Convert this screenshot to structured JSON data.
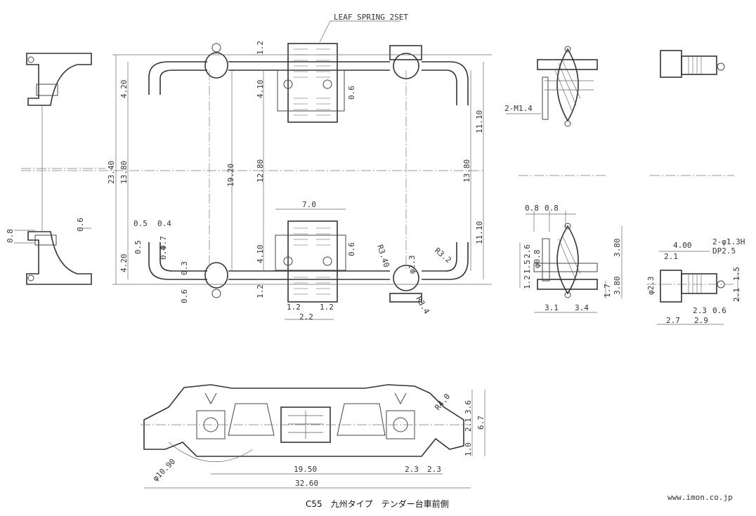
{
  "caption": "C55　九州タイプ　テンダー台車前側",
  "website": "www.imon.co.jp",
  "notes": {
    "leaf_spring": "LEAF SPRING 2SET"
  },
  "top_view": {
    "left": [
      "4.20",
      "23.40",
      "13.80",
      "4.20"
    ],
    "inner": [
      "1.2",
      "4.10",
      "0.6",
      "19.20",
      "12.80",
      "7.0",
      "4.10",
      "0.6",
      "1.2"
    ],
    "right": [
      "11.10",
      "13.80",
      "11.10"
    ],
    "small": [
      "0.5",
      "0.4",
      "0.7",
      "0.5",
      "0.4",
      "0.3",
      "0.6"
    ],
    "bottom": [
      "1.2",
      "2.2",
      "1.2"
    ],
    "radii": [
      "R3.40",
      "φ2.3",
      "R3.2",
      "R3.4"
    ]
  },
  "left_view": [
    "0.8",
    "0.6"
  ],
  "section_view": {
    "note": "2-M1.4",
    "dims": [
      "0.8",
      "0.8",
      "2.6",
      "1.5",
      "φ0.8",
      "1.2",
      "3.80",
      "3.80",
      "1.7",
      "3.1",
      "3.4"
    ]
  },
  "axle_view": {
    "note1": "2-φ1.3H",
    "note2": "DP2.5",
    "dims": [
      "4.00",
      "2.1",
      "φ2.3",
      "1.5",
      "2.1",
      "2.3",
      "0.6",
      "2.7",
      "2.9"
    ]
  },
  "side_view": [
    "R4.0",
    "3.6",
    "2.1",
    "6.7",
    "1.0",
    "19.50",
    "2.3",
    "2.3",
    "φ10.90",
    "32.60"
  ]
}
